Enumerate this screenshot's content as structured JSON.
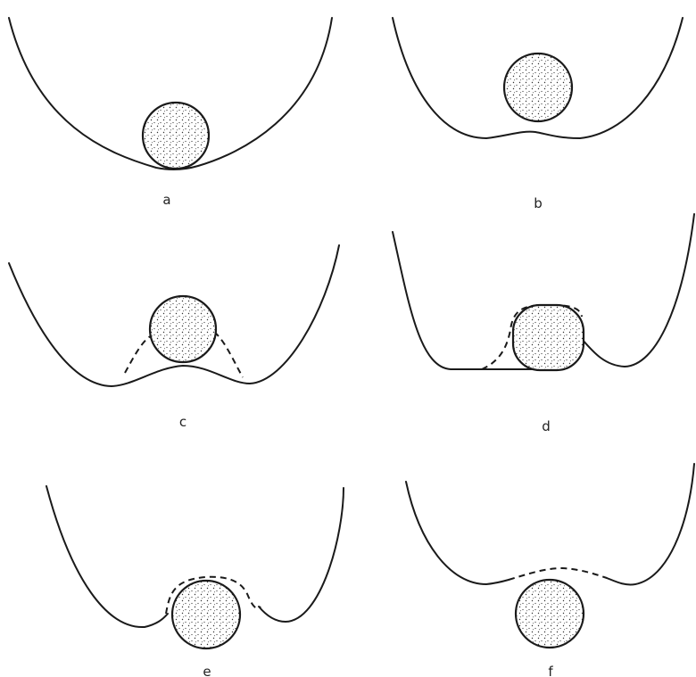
{
  "panels": [
    {
      "id": "a",
      "label": "a"
    },
    {
      "id": "b",
      "label": "b"
    },
    {
      "id": "c",
      "label": "c"
    },
    {
      "id": "d",
      "label": "d"
    },
    {
      "id": "e",
      "label": "e"
    },
    {
      "id": "f",
      "label": "f"
    }
  ],
  "colors": {
    "line": "#1a1a1a",
    "ball_fill": "#ffffff",
    "stipple": "#333333"
  }
}
